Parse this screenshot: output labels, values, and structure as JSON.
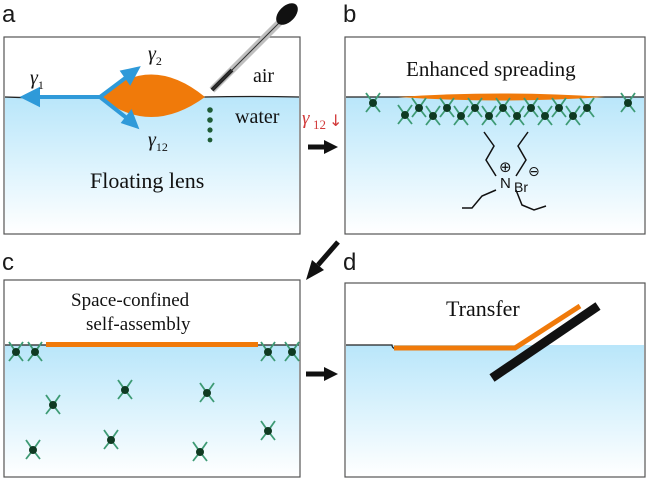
{
  "panels": {
    "a": {
      "letter": "a",
      "label_gamma1": "γ",
      "sub1": "1",
      "label_gamma2": "γ",
      "sub2": "2",
      "label_gamma12": "γ",
      "sub12": "12",
      "air": "air",
      "water": "water",
      "caption": "Floating lens"
    },
    "b": {
      "letter": "b",
      "title": "Enhanced spreading",
      "ammonium_charge": "⊕",
      "counterion": "Br",
      "counterion_charge": "⊖"
    },
    "c": {
      "letter": "c",
      "title_line1": "Space-confined",
      "title_line2": "self-assembly"
    },
    "d": {
      "letter": "d",
      "title": "Transfer"
    }
  },
  "arrow_ab_label": {
    "symbol": "γ",
    "sub": "12",
    "arrow": "↓"
  },
  "colors": {
    "lens": "#f07a0a",
    "water_top": "#c8ecfb",
    "water_bottom": "#ffffff",
    "surfactant": "#3d9a74",
    "head": "#0f3a22",
    "arrow_blue": "#2f9ad9",
    "label_red": "#d23a3a"
  },
  "icons": [
    "dropper-icon",
    "right-arrow-icon",
    "diagonal-arrow-icon",
    "surfactant-icon",
    "substrate-plate-icon"
  ]
}
